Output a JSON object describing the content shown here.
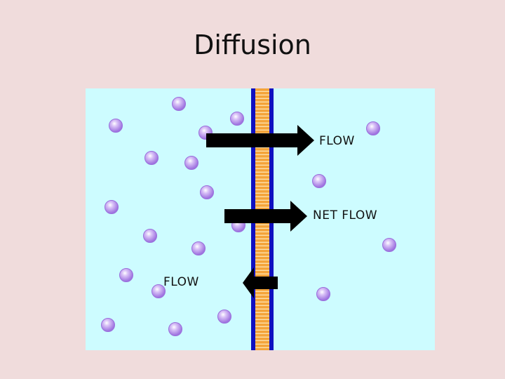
{
  "title": "Diffusion",
  "labels": {
    "flow_right": "FLOW",
    "net_flow": "NET FLOW",
    "flow_left": "FLOW"
  },
  "colors": {
    "background": "#f0dcdc",
    "panel": "#cdfcff",
    "membrane_edge": "#1010c0",
    "membrane_core": "#f4a43a",
    "particle": "#b48be8",
    "arrow": "#000000"
  }
}
